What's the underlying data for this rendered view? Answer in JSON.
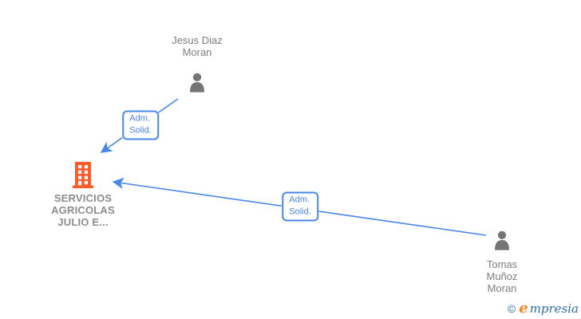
{
  "colors": {
    "edge_blue": "#4a86e8",
    "person_icon_gray": "#757575",
    "name_text_gray": "#7e7e7e",
    "company_text_gray": "#8c8c8c",
    "building_orange": "#ff5a2b",
    "logo_orange": "#f5821f",
    "logo_blue": "#2f6fa7"
  },
  "nodes": {
    "person1": {
      "line1": "Jesus Diaz",
      "line2": "Moran"
    },
    "company": {
      "line1": "SERVICIOS",
      "line2": "AGRICOLAS",
      "line3": "JULIO E..."
    },
    "person2": {
      "line1": "Tomas",
      "line2": "Muñoz",
      "line3": "Moran"
    }
  },
  "relations": {
    "r1": {
      "line1": "Adm.",
      "line2": "Solid."
    },
    "r2": {
      "line1": "Adm.",
      "line2": "Solid."
    }
  },
  "footer": {
    "copyright": "©",
    "brand_initial": "e",
    "brand_rest": "mpresia"
  }
}
